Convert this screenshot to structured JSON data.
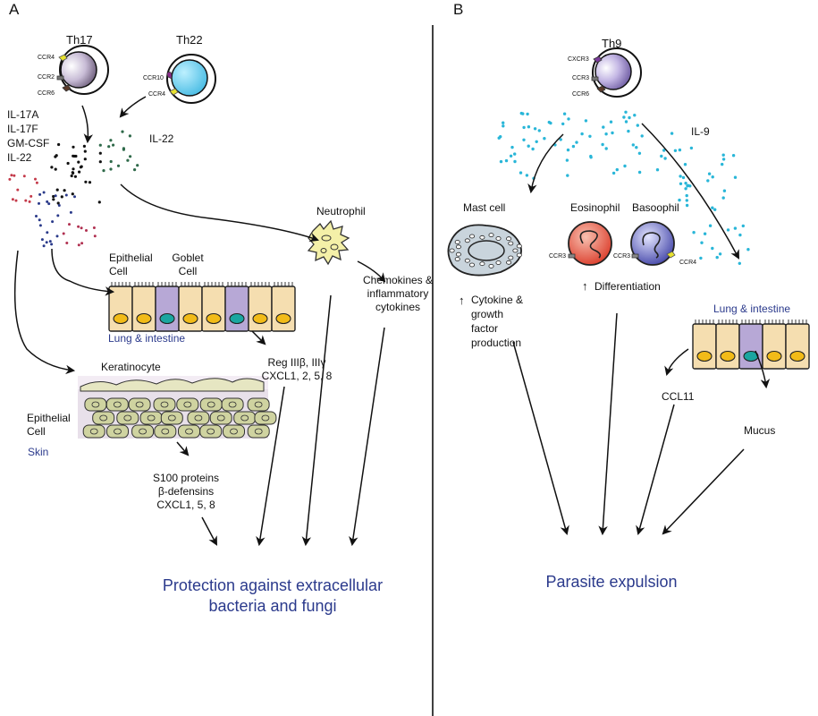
{
  "panels": {
    "a": "A",
    "b": "B"
  },
  "cells": {
    "th17": "Th17",
    "th22": "Th22",
    "th9": "Th9"
  },
  "receptors": {
    "th17": [
      "CCR4",
      "CCR2",
      "CCR6"
    ],
    "th22": [
      "CCR10",
      "CCR4"
    ],
    "th9": [
      "CXCR3",
      "CCR3",
      "CCR6"
    ],
    "eosinophil": "CCR3",
    "basophil_left": "CCR3",
    "basophil_right": "CCR4"
  },
  "cytokines_a": "IL-17A\nIL-17F\nGM-CSF\nIL-22",
  "il22": "IL-22",
  "il9": "IL-9",
  "neutrophil": "Neutrophil",
  "epithelial_cell_a": "Epithelial\nCell",
  "goblet_cell": "Goblet\nCell",
  "lung_intestine_a": "Lung & intestine",
  "keratinocyte": "Keratinocyte",
  "epithelial_cell_skin": "Epithelial\nCell",
  "skin": "Skin",
  "reg": "Reg IIIβ, IIIγ\nCXCL1, 2, 5, 8",
  "s100": "S100 proteins\nβ-defensins\nCXCL1, 5, 8",
  "chemokines": "Chemokines &\ninflammatory\ncytokines",
  "outcome_a": "Protection against extracellular\nbacteria and fungi",
  "mast_cell": "Mast cell",
  "eosinophil": "Eosinophil",
  "basophil": "Basoophil",
  "mast_effect": "Cytokine &\ngrowth\nfactor\nproduction",
  "differentiation": "Differentiation",
  "up_arrow": "↑",
  "lung_intestine_b": "Lung & intestine",
  "ccl11": "CCL11",
  "mucus": "Mucus",
  "outcome_b": "Parasite expulsion",
  "colors": {
    "accent_text": "#2b3a8c",
    "il9_dots": "#29b6d8",
    "th22_cell": "#5cc8e8",
    "th17_cell": "#b9a8c8",
    "eosinophil": "#e0402a",
    "basophil": "#3a3fa8",
    "goblet": "#b7a8d6",
    "epithelial": "#f5deb0",
    "keratinocyte": "#cfd3a0"
  }
}
